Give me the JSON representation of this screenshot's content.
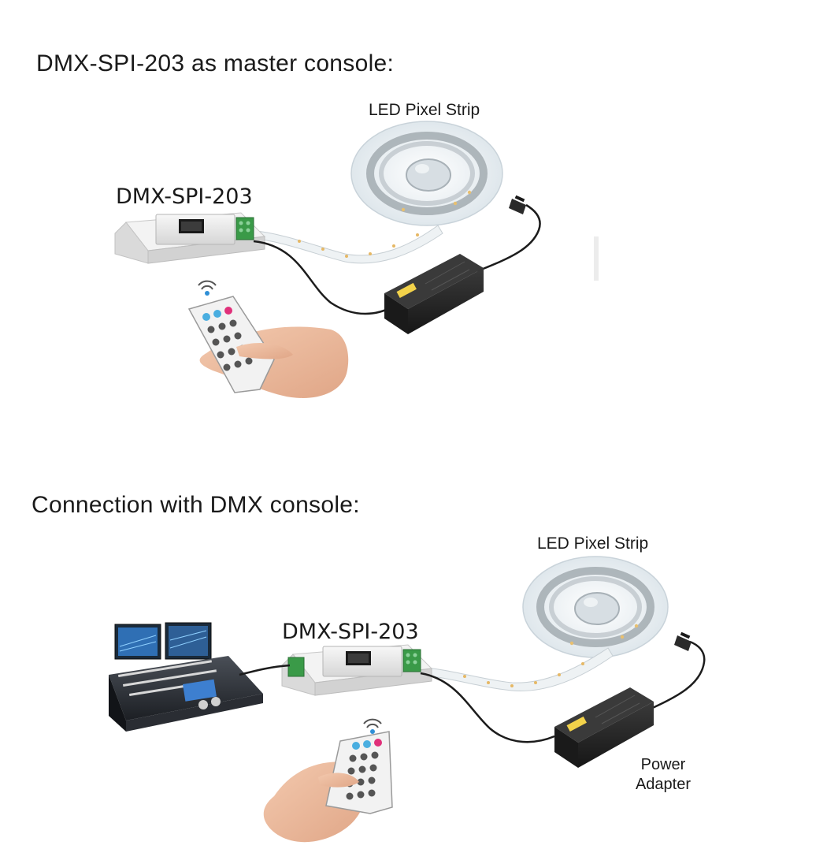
{
  "section1": {
    "title": "DMX-SPI-203 as master console:",
    "controller_label": "DMX-SPI-203",
    "strip_label": "LED Pixel Strip"
  },
  "section2": {
    "title": "Connection with DMX console:",
    "controller_label": "DMX-SPI-203",
    "strip_label": "LED Pixel Strip",
    "adapter_label_line1": "Power",
    "adapter_label_line2": "Adapter"
  },
  "colors": {
    "cable": "#1c1c1c",
    "adapter_body": "#2b2b2b",
    "controller_body": "#ececec",
    "terminal_green": "#3a9a48",
    "remote_blue": "#4aaee0",
    "remote_pink": "#e0307a",
    "strip_reel": "#e8eef2"
  },
  "icons": [
    "controller-device",
    "led-strip-reel",
    "power-adapter",
    "ir-remote",
    "wifi-signal-icon",
    "dmx-console"
  ]
}
